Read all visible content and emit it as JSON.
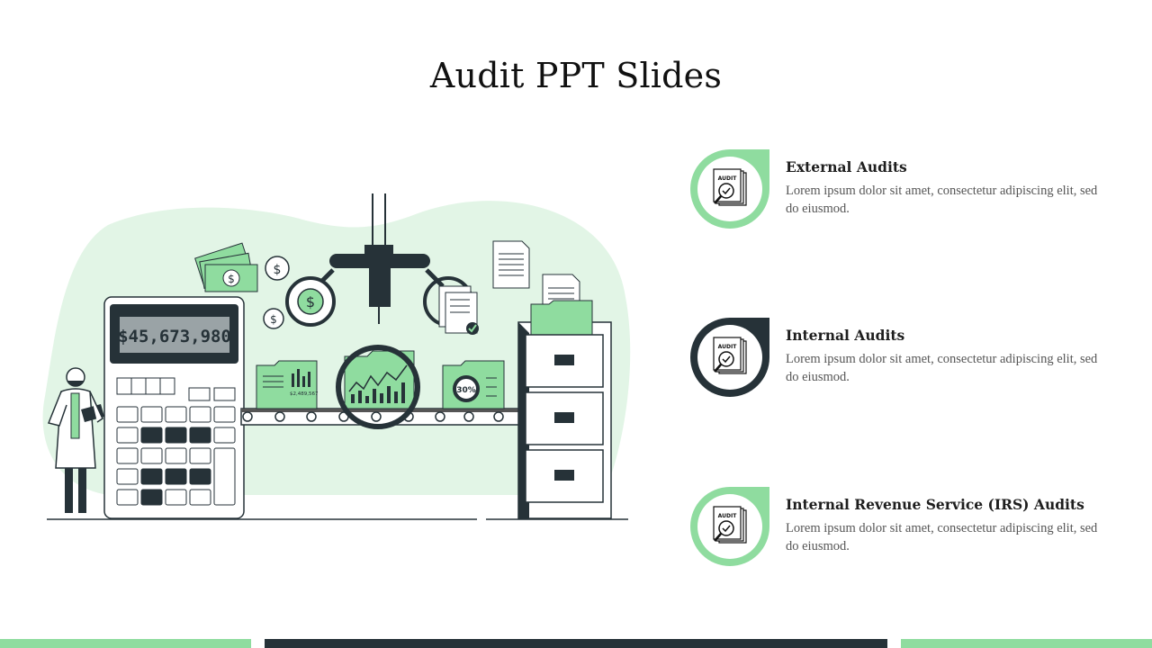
{
  "slide": {
    "title": "Audit PPT Slides"
  },
  "illustration": {
    "calculator_display": "$45,673,980",
    "folder_amount": "$2,489,567",
    "chart_percent": "30%",
    "audit_icon_label": "AUDIT"
  },
  "items": [
    {
      "heading": "External Audits",
      "body": "Lorem ipsum dolor sit amet, consectetur adipiscing elit, sed do eiusmod.",
      "ring_color": "#8fdc9f"
    },
    {
      "heading": "Internal Audits",
      "body": "Lorem ipsum dolor sit amet, consectetur adipiscing elit, sed do eiusmod.",
      "ring_color": "#263238"
    },
    {
      "heading": "Internal Revenue Service (IRS) Audits",
      "body": "Lorem ipsum dolor sit amet, consectetur adipiscing elit, sed do eiusmod.",
      "ring_color": "#8fdc9f"
    }
  ],
  "colors": {
    "accent_green": "#8fdc9f",
    "light_green": "#e2f5e6",
    "dark": "#263238"
  }
}
